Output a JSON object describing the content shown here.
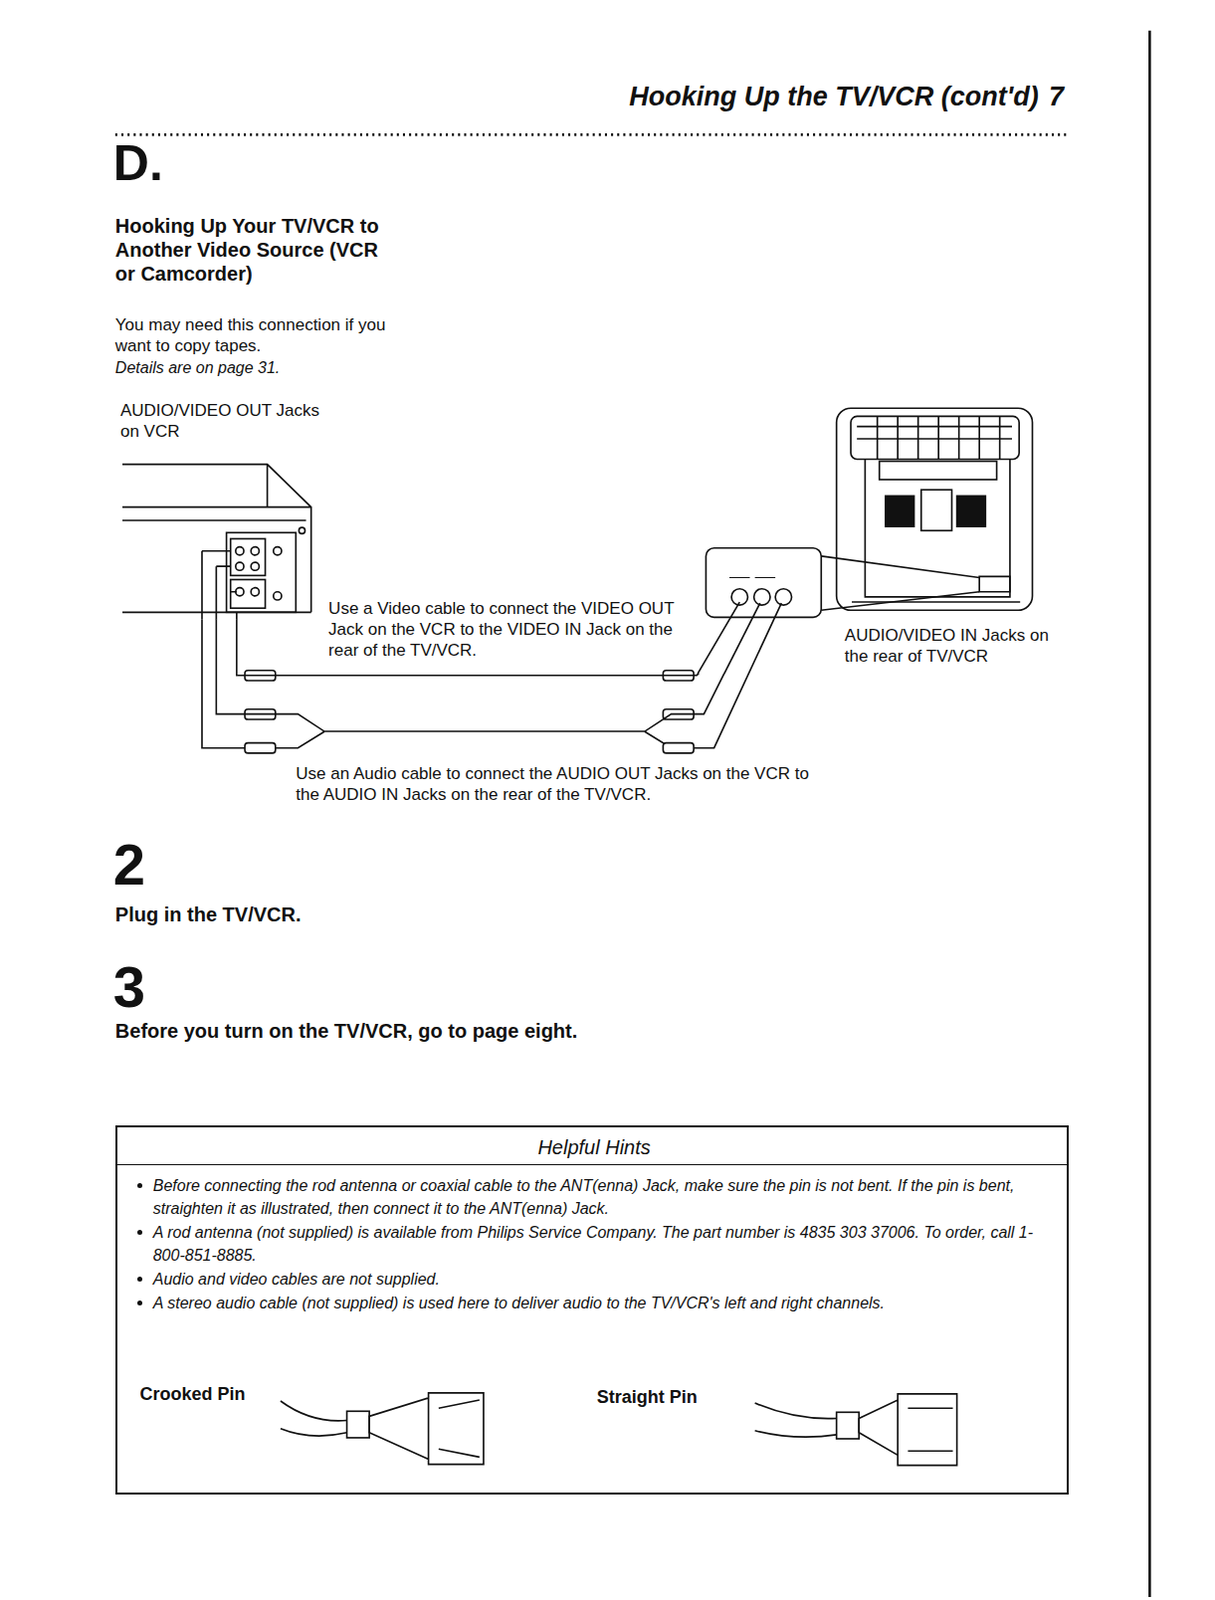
{
  "diagram": {
    "title": "Hooking Up the TV/VCR (cont'd)",
    "nodes": [
      {
        "text": [
          "AUDIO/VIDEO OUT Jacks on VCR"
        ]
      },
      {
        "text": [
          "AUDIO/VIDEO IN Jacks on the rear of TV/VCR"
        ]
      },
      {
        "text": [
          "Helpful Hints",
          "Before connecting the rod antenna or coaxial cable to the ANT(enna) Jack, make sure the pin is not bent. If the pin is bent, straighten it as illustrated, then connect it to the ANT(enna) Jack.",
          "A rod antenna (not supplied) is available from Philips Service Company. The part number is 4835 303 37006. To order, call 1-800-851-8885.",
          "Audio and video cables are not supplied.",
          "A stereo audio cable (not supplied) is used here to deliver audio to the TV/VCR's left and right channels.",
          "Crooked Pin",
          "Straight Pin"
        ]
      }
    ],
    "edges": [
      {
        "from": 0,
        "to": 1,
        "arrow": "none",
        "label": "Use a Video cable to connect the VIDEO OUT Jack on the VCR to the VIDEO IN Jack on the rear of the TV/VCR."
      },
      {
        "from": 0,
        "to": 1,
        "arrow": "none",
        "label": "Use an Audio cable to connect the AUDIO OUT Jacks on the VCR to the AUDIO IN Jacks on the rear of the TV/VCR."
      }
    ],
    "labels": [
      "7",
      "D.",
      "Hooking Up Your TV/VCR to Another Video Source (VCR or Camcorder)",
      "You may need this connection if you want to copy tapes.",
      "Details are on page 31.",
      "2",
      "Plug in the TV/VCR.",
      "3",
      "Before you turn on the TV/VCR, go to page eight."
    ]
  }
}
